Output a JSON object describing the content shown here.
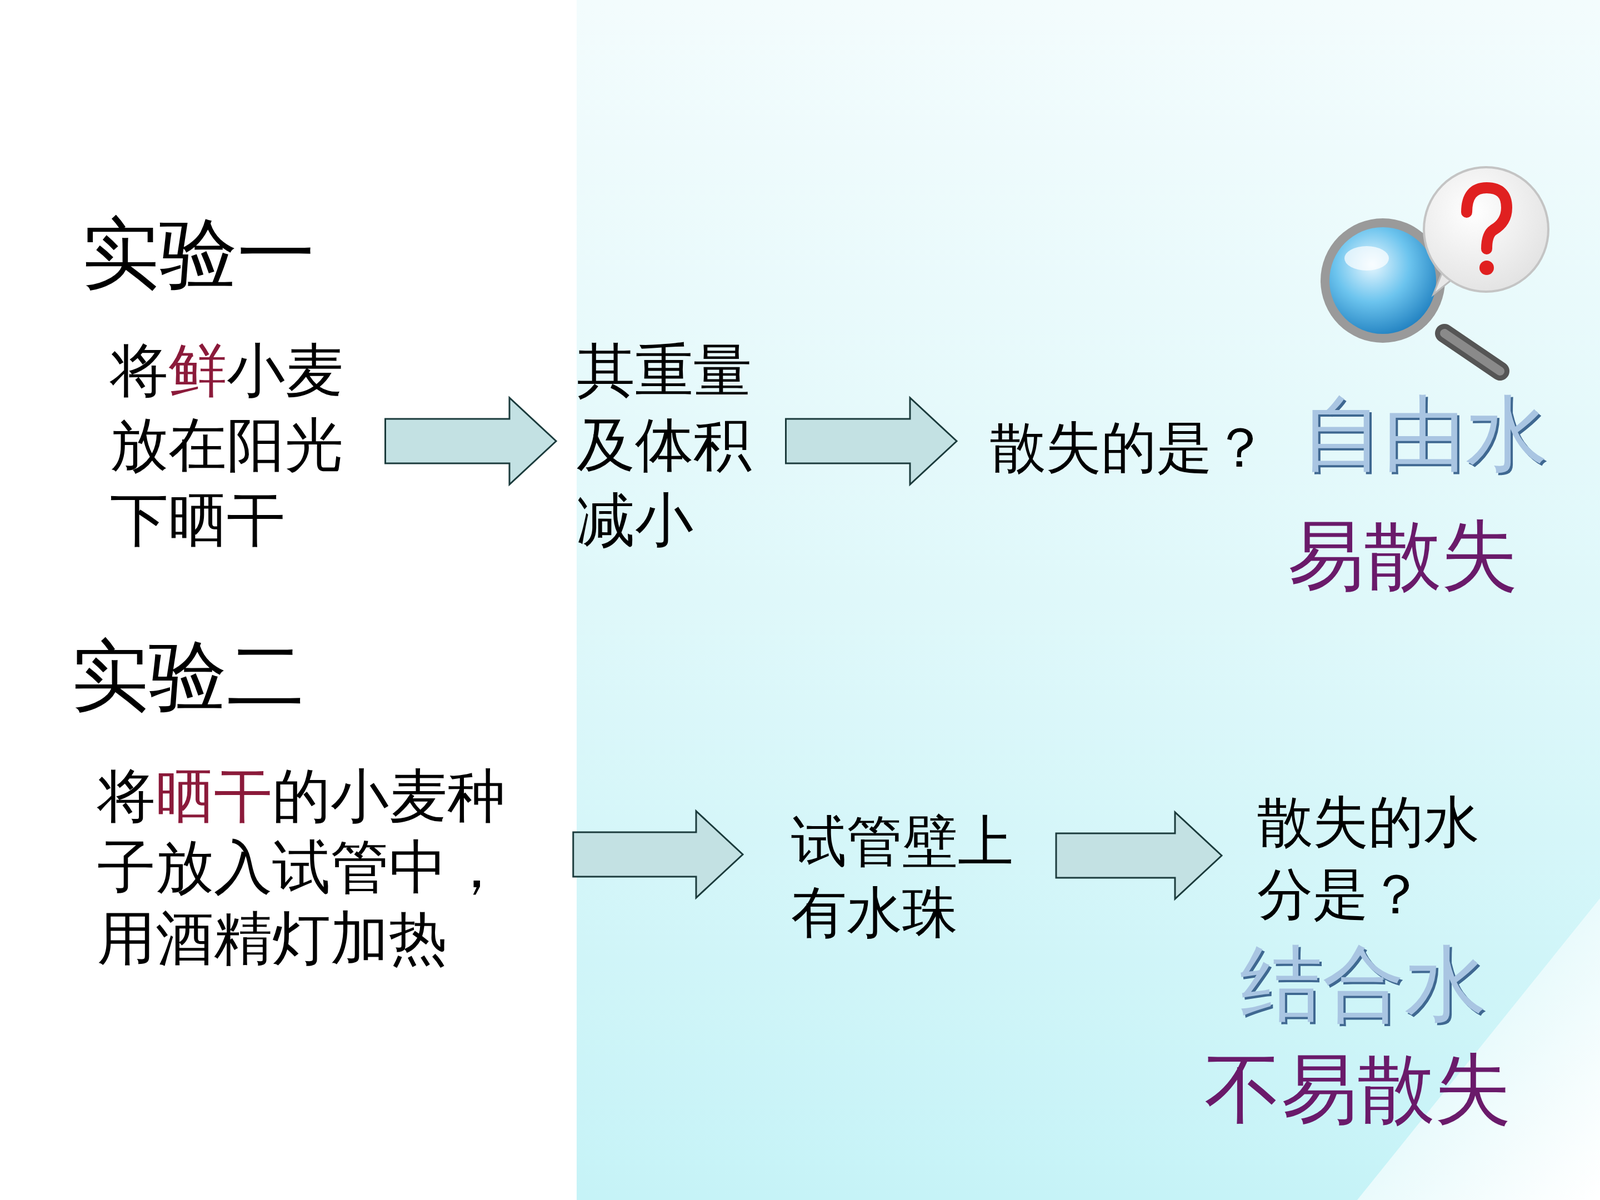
{
  "diagram": {
    "nodes": [
      {
        "text": [
          "将鲜小麦放在阳光下晒干"
        ]
      },
      {
        "text": [
          "其重量及体积减小"
        ]
      },
      {
        "text": [
          "散失的是？"
        ]
      },
      {
        "text": [
          "将晒干的小麦种子放入试管中，用酒精灯加热"
        ]
      },
      {
        "text": [
          "试管壁上有水珠"
        ]
      },
      {
        "text": [
          "散失的水分是？"
        ]
      }
    ],
    "edges": [
      {
        "from": 0,
        "to": 1,
        "arrow": "to"
      },
      {
        "from": 1,
        "to": 2,
        "arrow": "to"
      },
      {
        "from": 3,
        "to": 4,
        "arrow": "to"
      },
      {
        "from": 4,
        "to": 5,
        "arrow": "to"
      }
    ],
    "labels": [
      "实验一",
      "自由水",
      "易散失",
      "实验二",
      "结合水",
      "不易散失"
    ]
  }
}
